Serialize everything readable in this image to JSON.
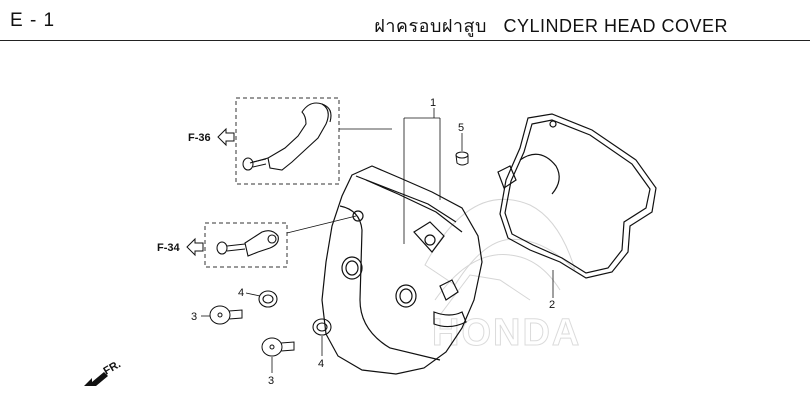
{
  "header": {
    "page_code": "E - 1",
    "title_thai": "ฝาครอบฝาสูบ",
    "title_en": "CYLINDER HEAD COVER"
  },
  "callouts": {
    "part_1": "1",
    "part_2": "2",
    "part_3a": "3",
    "part_3b": "3",
    "part_4a": "4",
    "part_4b": "4",
    "part_5": "5"
  },
  "refs": {
    "f36": "F-36",
    "f34": "F-34"
  },
  "direction": {
    "front": "FR."
  },
  "watermark": {
    "brand": "HONDA"
  }
}
